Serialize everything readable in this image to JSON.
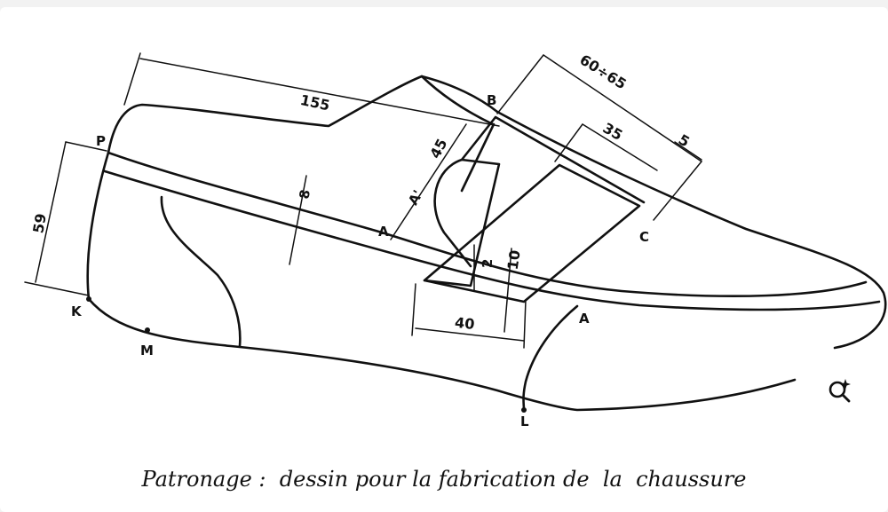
{
  "caption": "Patronage :  dessin pour la fabrication de  la  chaussure",
  "labels": {
    "P": "P",
    "K": "K",
    "M": "M",
    "L": "L",
    "A1": "A",
    "A2": "A",
    "A_prime": "A'",
    "B": "B",
    "C": "C"
  },
  "dimensions": {
    "d155": "155",
    "d60_65": "60÷65",
    "d35": "35",
    "d5": "5",
    "d45": "45",
    "d8": "8",
    "d59": "59",
    "d40": "40",
    "d10": "10",
    "d2": "2"
  },
  "icons": {
    "lens": "image-search-icon"
  }
}
